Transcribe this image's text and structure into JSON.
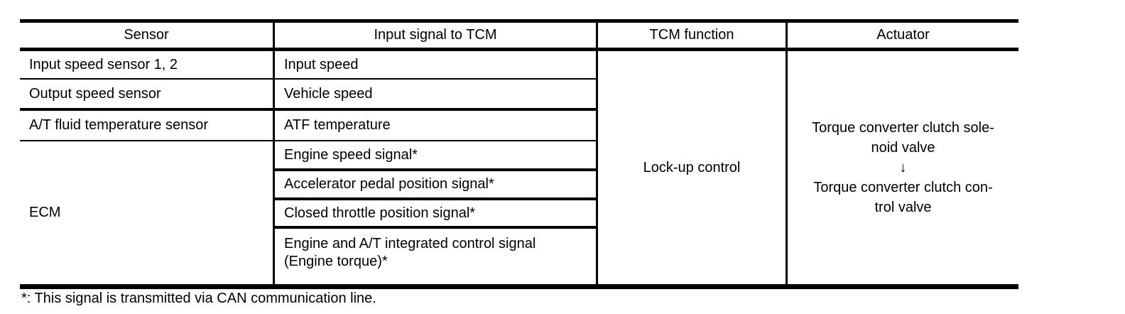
{
  "table": {
    "headers": [
      "Sensor",
      "Input signal to TCM",
      "TCM function",
      "Actuator"
    ],
    "sensors": [
      "Input speed sensor 1, 2",
      "Output speed sensor",
      "A/T fluid temperature sensor",
      "ECM"
    ],
    "signals": [
      "Input speed",
      "Vehicle speed",
      "ATF temperature",
      "Engine speed signal*",
      "Accelerator pedal position signal*",
      "Closed throttle position signal*",
      "Engine and A/T integrated control signal",
      "(Engine torque)*"
    ],
    "tcm_function": "Lock-up control",
    "actuator_lines": [
      "Torque converter clutch sole-",
      "noid valve",
      "↓",
      "Torque converter clutch con-",
      "trol valve"
    ]
  },
  "footnote": "*: This signal is transmitted via CAN communication line."
}
